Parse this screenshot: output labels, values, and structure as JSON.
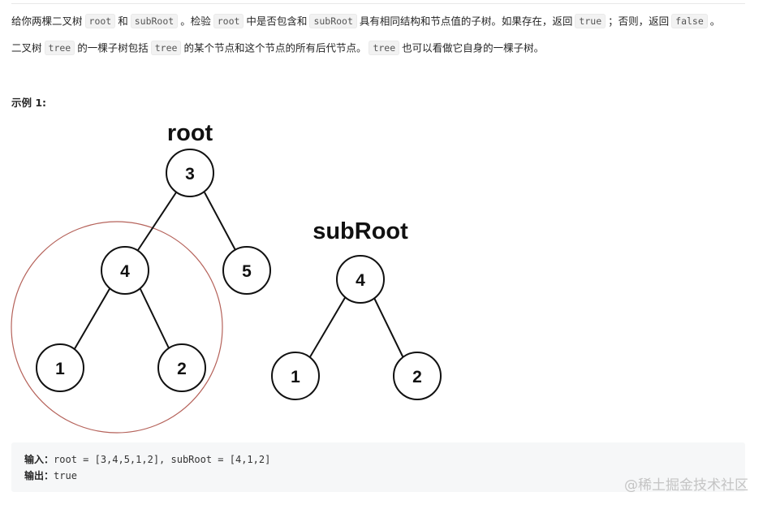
{
  "problem": {
    "para1": {
      "t1": "给你两棵二叉树",
      "c1": "root",
      "t2": "和",
      "c2": "subRoot",
      "t3": "。检验",
      "c3": "root",
      "t4": "中是否包含和",
      "c4": "subRoot",
      "t5": "具有相同结构和节点值的子树。如果存在，返回",
      "c5": "true",
      "t6": "；否则，返回",
      "c6": "false",
      "t7": "。"
    },
    "para2": {
      "t1": "二叉树",
      "c1": "tree",
      "t2": "的一棵子树包括",
      "c2": "tree",
      "t3": "的某个节点和这个节点的所有后代节点。",
      "c3": "tree",
      "t4": "也可以看做它自身的一棵子树。"
    }
  },
  "example": {
    "title": "示例 1:",
    "input_label": "输入：",
    "input_value": "root = [3,4,5,1,2], subRoot = [4,1,2]",
    "output_label": "输出：",
    "output_value": "true"
  },
  "diagram": {
    "root_tree": {
      "label": "root",
      "nodes": [
        "3",
        "4",
        "5",
        "1",
        "2"
      ]
    },
    "subroot_tree": {
      "label": "subRoot",
      "nodes": [
        "4",
        "1",
        "2"
      ]
    },
    "highlight_color": "#b5625a"
  },
  "watermark": "@稀土掘金技术社区"
}
